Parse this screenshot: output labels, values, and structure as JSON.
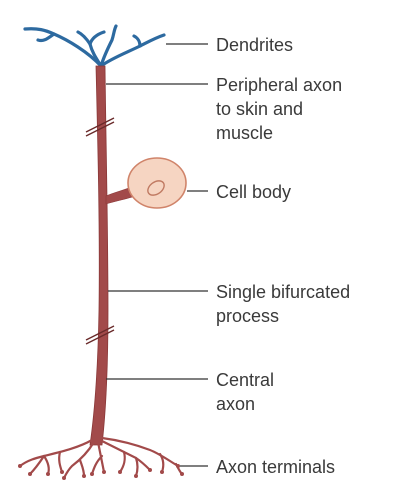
{
  "labels": {
    "dendrites": "Dendrites",
    "peripheral_axon_line1": "Peripheral axon",
    "peripheral_axon_line2": "to skin and",
    "peripheral_axon_line3": "muscle",
    "cell_body": "Cell body",
    "process_line1": "Single bifurcated",
    "process_line2": "process",
    "central_axon_line1": "Central",
    "central_axon_line2": "axon",
    "axon_terminals": "Axon terminals"
  },
  "colors": {
    "axon": "#a24a4a",
    "dendrites": "#2d6aa0",
    "cell_body_fill": "#f6d5c2",
    "cell_body_stroke": "#d0846a",
    "leader_line": "#333333",
    "label_text": "#3a3a3a"
  }
}
